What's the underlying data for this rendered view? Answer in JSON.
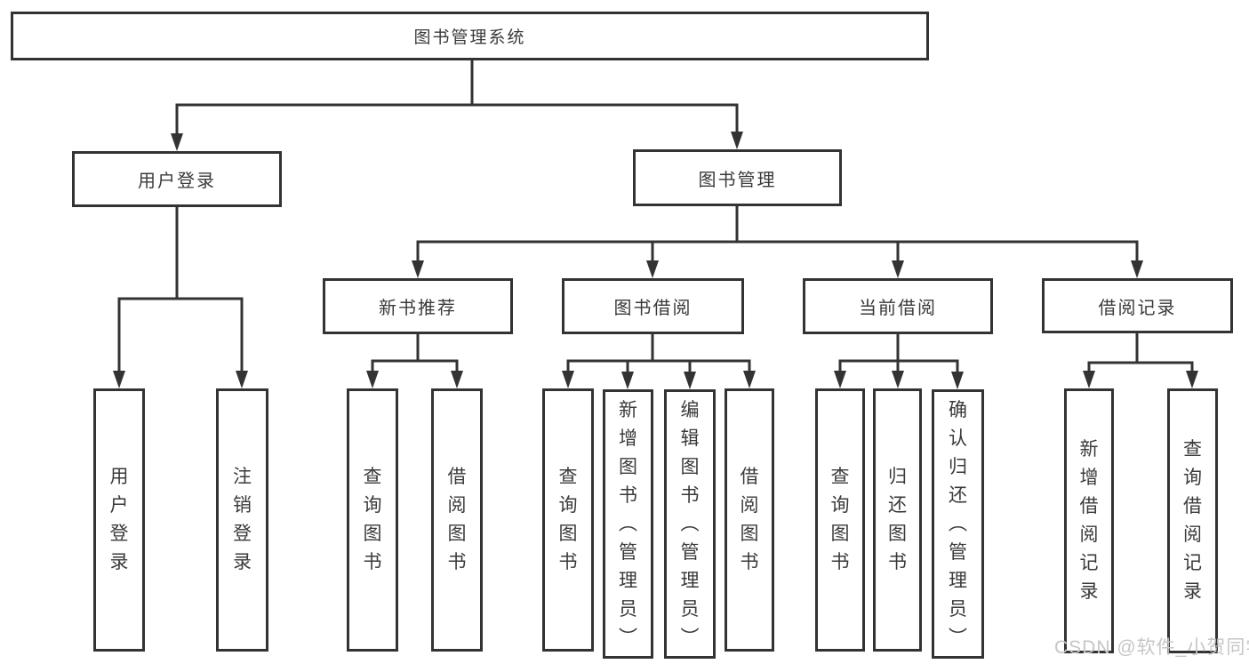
{
  "watermark": "CSDN @软件_小贺同学",
  "colors": {
    "line": "#333333",
    "text": "#3a3a3a",
    "background": "#ffffff",
    "watermark": "#c6c6c6"
  },
  "tree": {
    "root": {
      "label": "图书管理系统",
      "children": [
        {
          "label": "用户登录",
          "children": [
            {
              "label": "用户登录"
            },
            {
              "label": "注销登录"
            }
          ]
        },
        {
          "label": "图书管理",
          "children": [
            {
              "label": "新书推荐",
              "children": [
                {
                  "label": "查询图书"
                },
                {
                  "label": "借阅图书"
                }
              ]
            },
            {
              "label": "图书借阅",
              "children": [
                {
                  "label": "查询图书"
                },
                {
                  "label": "新增图书（管理员）"
                },
                {
                  "label": "编辑图书（管理员）"
                },
                {
                  "label": "借阅图书"
                }
              ]
            },
            {
              "label": "当前借阅",
              "children": [
                {
                  "label": "查询图书"
                },
                {
                  "label": "归还图书"
                },
                {
                  "label": "确认归还（管理员）"
                }
              ]
            },
            {
              "label": "借阅记录",
              "children": [
                {
                  "label": "新增借阅记录"
                },
                {
                  "label": "查询借阅记录"
                }
              ]
            }
          ]
        }
      ]
    }
  }
}
